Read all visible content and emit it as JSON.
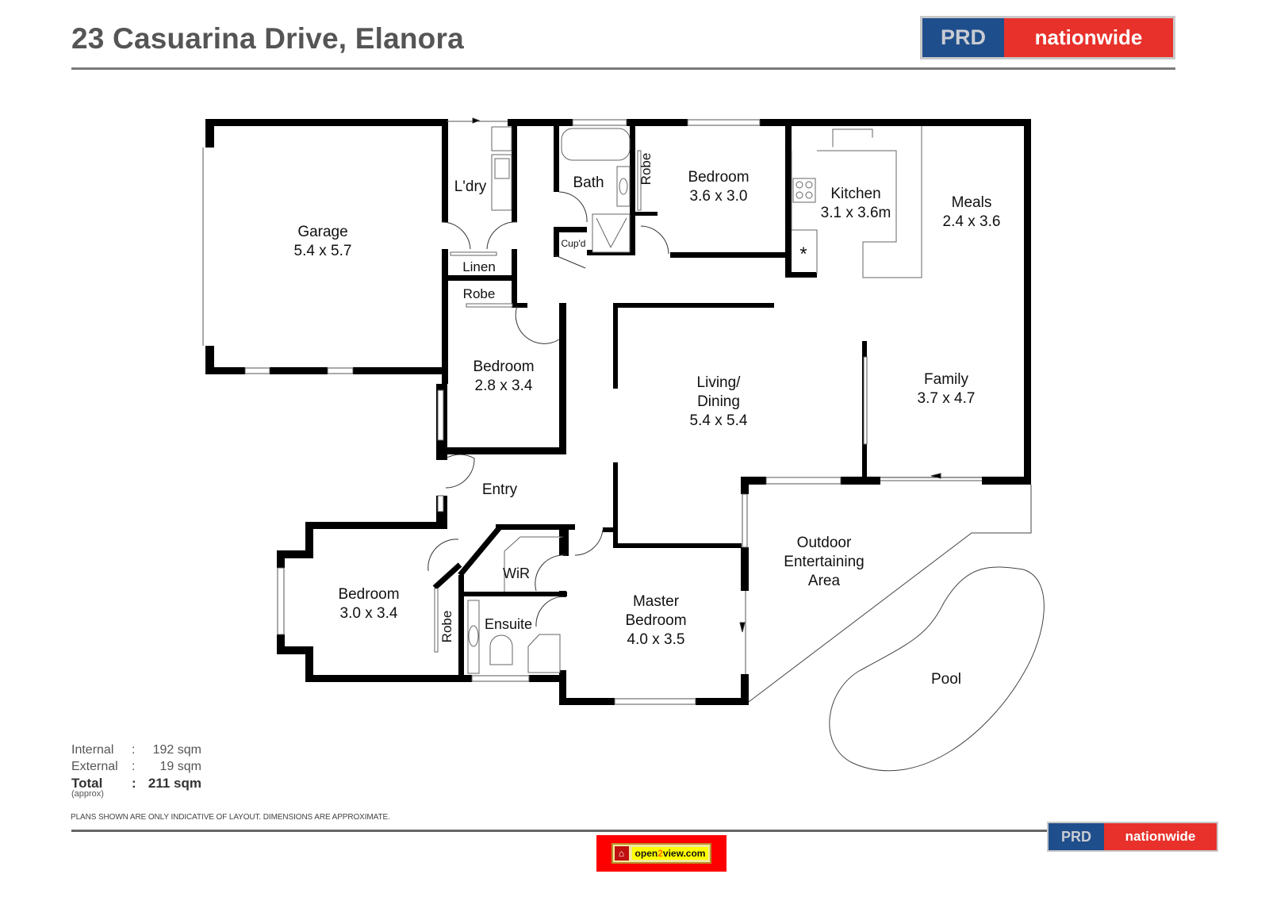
{
  "header": {
    "title": "23 Casuarina Drive, Elanora",
    "logo": {
      "left": "PRD",
      "right": "nationwide",
      "colors": {
        "blue": "#1f4e8c",
        "red": "#e8312b"
      }
    }
  },
  "floor_plan": {
    "rooms": [
      {
        "id": "garage",
        "name": "Garage",
        "dims": "5.4 x 5.7"
      },
      {
        "id": "laundry",
        "name": "L'dry",
        "dims": ""
      },
      {
        "id": "linen",
        "name": "Linen",
        "dims": ""
      },
      {
        "id": "robe-1",
        "name": "Robe",
        "dims": ""
      },
      {
        "id": "bath",
        "name": "Bath",
        "dims": ""
      },
      {
        "id": "cupboard",
        "name": "Cup'd",
        "dims": ""
      },
      {
        "id": "robe-2",
        "name": "Robe",
        "dims": ""
      },
      {
        "id": "bedroom-1",
        "name": "Bedroom",
        "dims": "3.6 x 3.0"
      },
      {
        "id": "kitchen",
        "name": "Kitchen",
        "dims": "3.1 x 3.6m"
      },
      {
        "id": "meals",
        "name": "Meals",
        "dims": "2.4 x 3.6"
      },
      {
        "id": "bedroom-2",
        "name": "Bedroom",
        "dims": "2.8 x 3.4"
      },
      {
        "id": "living-dining",
        "name_line1": "Living/",
        "name_line2": "Dining",
        "dims": "5.4 x 5.4"
      },
      {
        "id": "family",
        "name": "Family",
        "dims": "3.7 x 4.7"
      },
      {
        "id": "entry",
        "name": "Entry",
        "dims": ""
      },
      {
        "id": "bedroom-3",
        "name": "Bedroom",
        "dims": "3.0 x 3.4"
      },
      {
        "id": "robe-3",
        "name": "Robe",
        "dims": ""
      },
      {
        "id": "wir",
        "name": "WiR",
        "dims": ""
      },
      {
        "id": "ensuite",
        "name": "Ensuite",
        "dims": ""
      },
      {
        "id": "master-bedroom",
        "name_line1": "Master",
        "name_line2": "Bedroom",
        "dims": "4.0 x 3.5"
      },
      {
        "id": "outdoor",
        "name_line1": "Outdoor",
        "name_line2": "Entertaining",
        "name_line3": "Area",
        "dims": ""
      },
      {
        "id": "pool",
        "name": "Pool",
        "dims": ""
      }
    ]
  },
  "areas": {
    "internal": {
      "label": "Internal",
      "sep": ":",
      "value": "192 sqm"
    },
    "external": {
      "label": "External",
      "sep": ":",
      "value": "19 sqm"
    },
    "total": {
      "label": "Total",
      "sep": ":",
      "value": "211 sqm"
    },
    "note": "(approx)"
  },
  "disclaimer": "PLANS SHOWN ARE ONLY INDICATIVE OF LAYOUT.  DIMENSIONS ARE APPROXIMATE.",
  "footer": {
    "badge": {
      "pre": "open",
      "mid": "2",
      "post": "view.com"
    },
    "logo": {
      "left": "PRD",
      "right": "nationwide"
    }
  }
}
